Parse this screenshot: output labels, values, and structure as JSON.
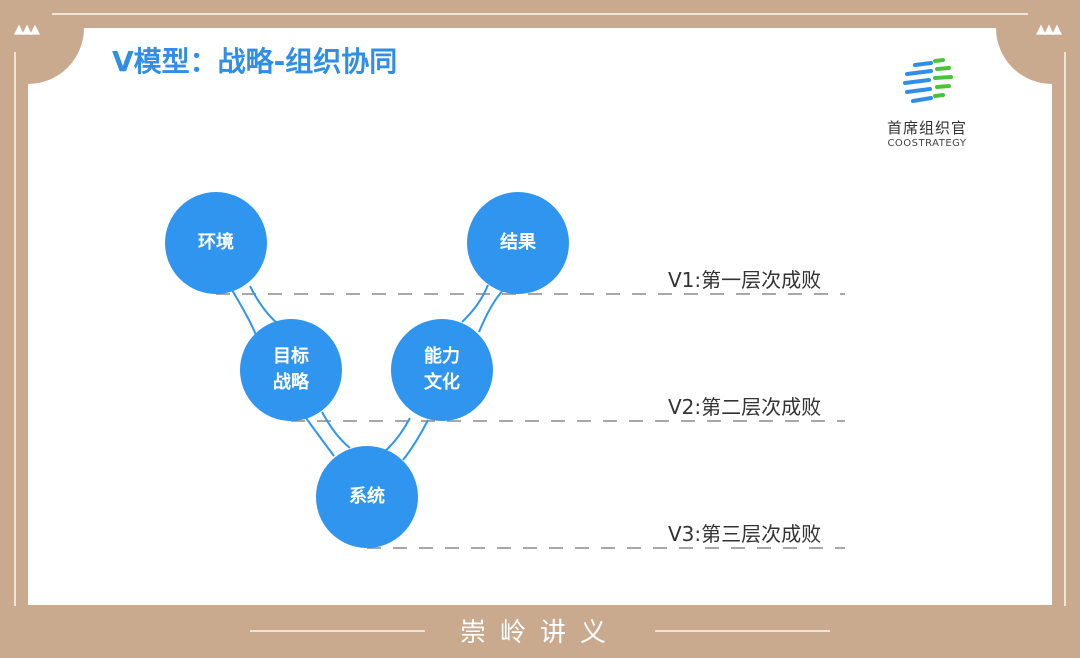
{
  "title": "V模型：战略-组织协同",
  "logo": {
    "cn": "首席组织官",
    "en": "COOSTRATEGY"
  },
  "nodes": {
    "env": "环境",
    "result": "结果",
    "goal_line1": "目标",
    "goal_line2": "战略",
    "ability_line1": "能力",
    "ability_line2": "文化",
    "system": "系统"
  },
  "levels": [
    "V1:第一层次成败",
    "V2:第二层次成败",
    "V3:第三层次成败"
  ],
  "footer": "崇岭讲义",
  "colors": {
    "frame": "#c9aa8e",
    "node": "#2f95ee",
    "title": "#2f8ee8"
  }
}
